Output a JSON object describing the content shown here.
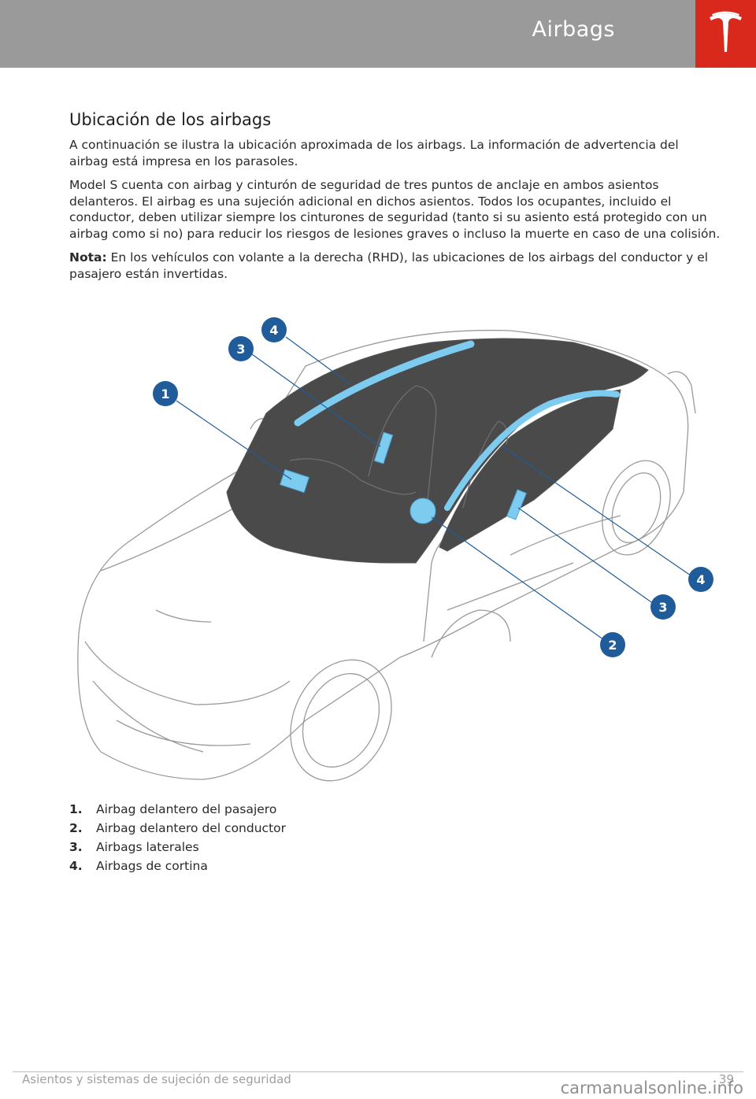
{
  "header": {
    "title": "Airbags",
    "logo_color": "#d8291c"
  },
  "section": {
    "title": "Ubicación de los airbags",
    "paragraphs": [
      "A continuación se ilustra la ubicación aproximada de los airbags. La información de advertencia del airbag está impresa en los parasoles.",
      "Model S cuenta con airbag y cinturón de seguridad de tres puntos de anclaje en ambos asientos delanteros. El airbag es una sujeción adicional en dichos asientos. Todos los ocupantes, incluido el conductor, deben utilizar siempre los cinturones de seguridad (tanto si su asiento está protegido con un airbag como si no) para reducir los riesgos de lesiones graves o incluso la muerte en caso de una colisión."
    ],
    "note_label": "Nota:",
    "note_text": " En los vehículos con volante a la derecha (RHD), las ubicaciones de los airbags del conductor y el pasajero están invertidas."
  },
  "figure": {
    "callouts": [
      "1",
      "2",
      "3",
      "3",
      "4",
      "4"
    ],
    "callout_color": "#1f5c99",
    "airbag_color": "#7ecbf0",
    "glass_color": "#4a4a4a"
  },
  "legend": [
    {
      "num": "1.",
      "label": "Airbag delantero del pasajero"
    },
    {
      "num": "2.",
      "label": "Airbag delantero del conductor"
    },
    {
      "num": "3.",
      "label": "Airbags laterales"
    },
    {
      "num": "4.",
      "label": "Airbags de cortina"
    }
  ],
  "footer": {
    "section": "Asientos y sistemas de sujeción de seguridad",
    "page": "39",
    "watermark": "carmanualsonline.info"
  }
}
